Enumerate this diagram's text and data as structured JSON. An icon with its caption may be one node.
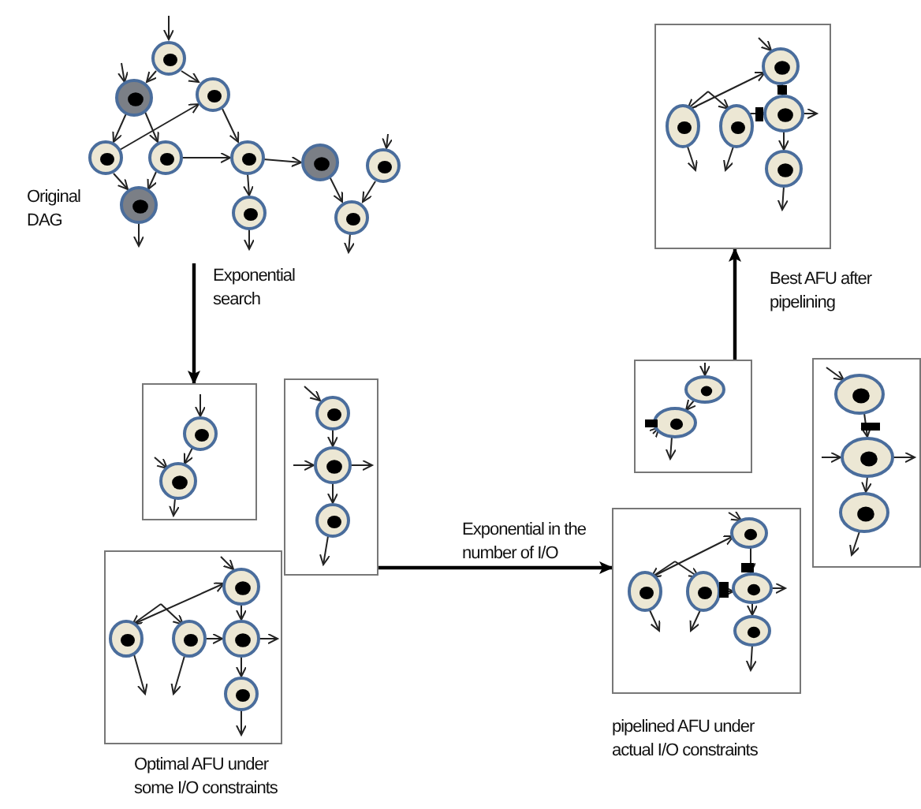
{
  "diagram": {
    "nodes": [
      {
        "text": [],
        "shape": "picture",
        "beside": [
          "Original DAG"
        ]
      },
      {
        "text": [],
        "shape": "box"
      },
      {
        "text": [],
        "shape": "box"
      },
      {
        "text": [],
        "shape": "box"
      },
      {
        "text": [],
        "shape": "box"
      },
      {
        "text": [],
        "shape": "box"
      },
      {
        "text": [],
        "shape": "box"
      },
      {
        "text": [],
        "shape": "box"
      }
    ],
    "edges": [
      {
        "from": 0,
        "to": 1,
        "arrow": "to",
        "label": "Exponential search"
      },
      {
        "from": 2,
        "to": 6,
        "arrow": "to",
        "label": "Exponential in the number of I/O"
      },
      {
        "from": 4,
        "to": 7,
        "arrow": "to",
        "label": "Best AFU after pipelining"
      }
    ],
    "labels": [
      "Optimal AFU under some I/O constraints",
      "pipelined AFU under actual I/O constraints"
    ]
  }
}
